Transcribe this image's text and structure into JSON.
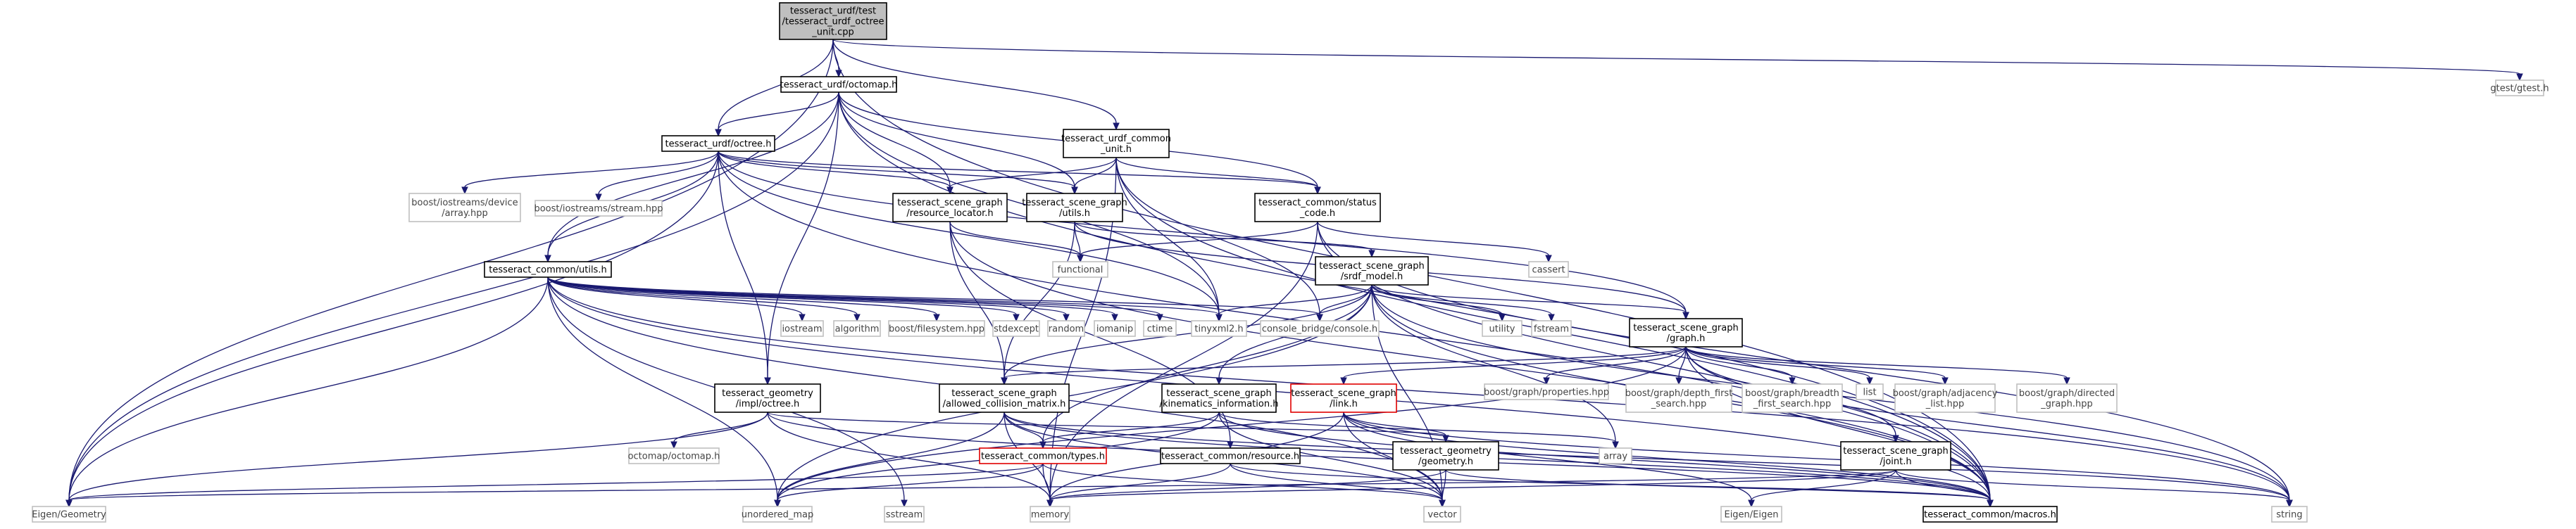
{
  "nodes": [
    {
      "id": "root",
      "lines": [
        "tesseract_urdf/test",
        "/tesseract_urdf_octree",
        "_unit.cpp"
      ],
      "style": "root"
    },
    {
      "id": "octomap_h",
      "lines": [
        "tesseract_urdf/octomap.h"
      ],
      "style": "black"
    },
    {
      "id": "gtest",
      "lines": [
        "gtest/gtest.h"
      ],
      "style": "gray"
    },
    {
      "id": "common_unit",
      "lines": [
        "tesseract_urdf_common",
        "_unit.h"
      ],
      "style": "black"
    },
    {
      "id": "octree_h",
      "lines": [
        "tesseract_urdf/octree.h"
      ],
      "style": "black"
    },
    {
      "id": "status_code",
      "lines": [
        "tesseract_common/status",
        "_code.h"
      ],
      "style": "black"
    },
    {
      "id": "resource_locator",
      "lines": [
        "tesseract_scene_graph",
        "/resource_locator.h"
      ],
      "style": "black"
    },
    {
      "id": "sg_utils",
      "lines": [
        "tesseract_scene_graph",
        "/utils.h"
      ],
      "style": "black"
    },
    {
      "id": "boost_device_array",
      "lines": [
        "boost/iostreams/device",
        "/array.hpp"
      ],
      "style": "gray"
    },
    {
      "id": "boost_stream",
      "lines": [
        "boost/iostreams/stream.hpp"
      ],
      "style": "gray"
    },
    {
      "id": "cassert",
      "lines": [
        "cassert"
      ],
      "style": "gray"
    },
    {
      "id": "functional",
      "lines": [
        "functional"
      ],
      "style": "gray"
    },
    {
      "id": "srdf_model",
      "lines": [
        "tesseract_scene_graph",
        "/srdf_model.h"
      ],
      "style": "black"
    },
    {
      "id": "common_utils",
      "lines": [
        "tesseract_common/utils.h"
      ],
      "style": "black"
    },
    {
      "id": "iostream",
      "lines": [
        "iostream"
      ],
      "style": "gray"
    },
    {
      "id": "algorithm",
      "lines": [
        "algorithm"
      ],
      "style": "gray"
    },
    {
      "id": "boost_filesystem",
      "lines": [
        "boost/filesystem.hpp"
      ],
      "style": "gray"
    },
    {
      "id": "stdexcept",
      "lines": [
        "stdexcept"
      ],
      "style": "gray"
    },
    {
      "id": "random",
      "lines": [
        "random"
      ],
      "style": "gray"
    },
    {
      "id": "iomanip",
      "lines": [
        "iomanip"
      ],
      "style": "gray"
    },
    {
      "id": "ctime",
      "lines": [
        "ctime"
      ],
      "style": "gray"
    },
    {
      "id": "tinyxml2",
      "lines": [
        "tinyxml2.h"
      ],
      "style": "gray"
    },
    {
      "id": "console_bridge",
      "lines": [
        "console_bridge/console.h"
      ],
      "style": "gray"
    },
    {
      "id": "utility",
      "lines": [
        "utility"
      ],
      "style": "gray"
    },
    {
      "id": "fstream",
      "lines": [
        "fstream"
      ],
      "style": "gray"
    },
    {
      "id": "graph_h",
      "lines": [
        "tesseract_scene_graph",
        "/graph.h"
      ],
      "style": "black"
    },
    {
      "id": "geometry_octree",
      "lines": [
        "tesseract_geometry",
        "/impl/octree.h"
      ],
      "style": "black"
    },
    {
      "id": "allowed_collision",
      "lines": [
        "tesseract_scene_graph",
        "/allowed_collision_matrix.h"
      ],
      "style": "black"
    },
    {
      "id": "kinematics_info",
      "lines": [
        "tesseract_scene_graph",
        "/kinematics_information.h"
      ],
      "style": "black"
    },
    {
      "id": "link_h",
      "lines": [
        "tesseract_scene_graph",
        "/link.h"
      ],
      "style": "red"
    },
    {
      "id": "boost_graph_props",
      "lines": [
        "boost/graph/properties.hpp"
      ],
      "style": "gray"
    },
    {
      "id": "boost_depth_first",
      "lines": [
        "boost/graph/depth_first",
        "_search.hpp"
      ],
      "style": "gray"
    },
    {
      "id": "boost_breadth_first",
      "lines": [
        "boost/graph/breadth",
        "_first_search.hpp"
      ],
      "style": "gray"
    },
    {
      "id": "list",
      "lines": [
        "list"
      ],
      "style": "gray"
    },
    {
      "id": "boost_adjacency",
      "lines": [
        "boost/graph/adjacency",
        "_list.hpp"
      ],
      "style": "gray"
    },
    {
      "id": "boost_directed",
      "lines": [
        "boost/graph/directed",
        "_graph.hpp"
      ],
      "style": "gray"
    },
    {
      "id": "octomap_octomap",
      "lines": [
        "octomap/octomap.h"
      ],
      "style": "gray"
    },
    {
      "id": "types_h",
      "lines": [
        "tesseract_common/types.h"
      ],
      "style": "red"
    },
    {
      "id": "resource_h",
      "lines": [
        "tesseract_common/resource.h"
      ],
      "style": "black"
    },
    {
      "id": "geometry_h",
      "lines": [
        "tesseract_geometry",
        "/geometry.h"
      ],
      "style": "black"
    },
    {
      "id": "array",
      "lines": [
        "array"
      ],
      "style": "gray"
    },
    {
      "id": "joint_h",
      "lines": [
        "tesseract_scene_graph",
        "/joint.h"
      ],
      "style": "black"
    },
    {
      "id": "eigen_geometry",
      "lines": [
        "Eigen/Geometry"
      ],
      "style": "gray"
    },
    {
      "id": "unordered_map",
      "lines": [
        "unordered_map"
      ],
      "style": "gray"
    },
    {
      "id": "sstream",
      "lines": [
        "sstream"
      ],
      "style": "gray"
    },
    {
      "id": "memory",
      "lines": [
        "memory"
      ],
      "style": "gray"
    },
    {
      "id": "vector",
      "lines": [
        "vector"
      ],
      "style": "gray"
    },
    {
      "id": "eigen_eigen",
      "lines": [
        "Eigen/Eigen"
      ],
      "style": "gray"
    },
    {
      "id": "macros_h",
      "lines": [
        "tesseract_common/macros.h"
      ],
      "style": "black"
    },
    {
      "id": "string",
      "lines": [
        "string"
      ],
      "style": "gray"
    }
  ],
  "edges": [
    [
      "root",
      "octomap_h"
    ],
    [
      "root",
      "gtest"
    ],
    [
      "root",
      "common_unit"
    ],
    [
      "root",
      "octree_h"
    ],
    [
      "root",
      "eigen_geometry"
    ],
    [
      "root",
      "macros_h"
    ],
    [
      "octomap_h",
      "octree_h"
    ],
    [
      "octomap_h",
      "common_utils"
    ],
    [
      "octomap_h",
      "tinyxml2"
    ],
    [
      "octomap_h",
      "geometry_octree"
    ],
    [
      "octomap_h",
      "resource_locator"
    ],
    [
      "octomap_h",
      "sg_utils"
    ],
    [
      "octomap_h",
      "status_code"
    ],
    [
      "octomap_h",
      "eigen_geometry"
    ],
    [
      "octomap_h",
      "macros_h"
    ],
    [
      "common_unit",
      "status_code"
    ],
    [
      "common_unit",
      "resource_locator"
    ],
    [
      "common_unit",
      "sg_utils"
    ],
    [
      "common_unit",
      "tinyxml2"
    ],
    [
      "common_unit",
      "console_bridge"
    ],
    [
      "common_unit",
      "memory"
    ],
    [
      "common_unit",
      "macros_h"
    ],
    [
      "octree_h",
      "boost_device_array"
    ],
    [
      "octree_h",
      "boost_stream"
    ],
    [
      "octree_h",
      "common_utils"
    ],
    [
      "octree_h",
      "tinyxml2"
    ],
    [
      "octree_h",
      "geometry_octree"
    ],
    [
      "octree_h",
      "resource_locator"
    ],
    [
      "octree_h",
      "sg_utils"
    ],
    [
      "octree_h",
      "status_code"
    ],
    [
      "octree_h",
      "eigen_geometry"
    ],
    [
      "octree_h",
      "graph_h"
    ],
    [
      "octree_h",
      "macros_h"
    ],
    [
      "status_code",
      "cassert"
    ],
    [
      "status_code",
      "functional"
    ],
    [
      "status_code",
      "memory"
    ],
    [
      "status_code",
      "string"
    ],
    [
      "status_code",
      "macros_h"
    ],
    [
      "resource_locator",
      "functional"
    ],
    [
      "resource_locator",
      "allowed_collision"
    ],
    [
      "resource_locator",
      "resource_h"
    ],
    [
      "resource_locator",
      "macros_h"
    ],
    [
      "sg_utils",
      "functional"
    ],
    [
      "sg_utils",
      "srdf_model"
    ],
    [
      "sg_utils",
      "graph_h"
    ],
    [
      "sg_utils",
      "allowed_collision"
    ],
    [
      "srdf_model",
      "console_bridge"
    ],
    [
      "srdf_model",
      "tinyxml2"
    ],
    [
      "srdf_model",
      "utility"
    ],
    [
      "srdf_model",
      "fstream"
    ],
    [
      "srdf_model",
      "graph_h"
    ],
    [
      "srdf_model",
      "allowed_collision"
    ],
    [
      "srdf_model",
      "kinematics_info"
    ],
    [
      "srdf_model",
      "types_h"
    ],
    [
      "srdf_model",
      "unordered_map"
    ],
    [
      "srdf_model",
      "array"
    ],
    [
      "srdf_model",
      "vector"
    ],
    [
      "srdf_model",
      "string"
    ],
    [
      "srdf_model",
      "macros_h"
    ],
    [
      "common_utils",
      "iostream"
    ],
    [
      "common_utils",
      "algorithm"
    ],
    [
      "common_utils",
      "boost_filesystem"
    ],
    [
      "common_utils",
      "stdexcept"
    ],
    [
      "common_utils",
      "random"
    ],
    [
      "common_utils",
      "iomanip"
    ],
    [
      "common_utils",
      "ctime"
    ],
    [
      "common_utils",
      "tinyxml2"
    ],
    [
      "common_utils",
      "console_bridge"
    ],
    [
      "common_utils",
      "eigen_geometry"
    ],
    [
      "common_utils",
      "unordered_map"
    ],
    [
      "common_utils",
      "sstream"
    ],
    [
      "common_utils",
      "vector"
    ],
    [
      "common_utils",
      "string"
    ],
    [
      "common_utils",
      "macros_h"
    ],
    [
      "graph_h",
      "boost_graph_props"
    ],
    [
      "graph_h",
      "boost_depth_first"
    ],
    [
      "graph_h",
      "boost_breadth_first"
    ],
    [
      "graph_h",
      "list"
    ],
    [
      "graph_h",
      "boost_adjacency"
    ],
    [
      "graph_h",
      "boost_directed"
    ],
    [
      "graph_h",
      "link_h"
    ],
    [
      "graph_h",
      "joint_h"
    ],
    [
      "graph_h",
      "allowed_collision"
    ],
    [
      "graph_h",
      "string"
    ],
    [
      "graph_h",
      "unordered_map"
    ],
    [
      "graph_h",
      "macros_h"
    ],
    [
      "geometry_octree",
      "octomap_octomap"
    ],
    [
      "geometry_octree",
      "geometry_h"
    ],
    [
      "geometry_octree",
      "memory"
    ],
    [
      "geometry_octree",
      "eigen_geometry"
    ],
    [
      "geometry_octree",
      "macros_h"
    ],
    [
      "allowed_collision",
      "types_h"
    ],
    [
      "allowed_collision",
      "unordered_map"
    ],
    [
      "allowed_collision",
      "memory"
    ],
    [
      "allowed_collision",
      "vector"
    ],
    [
      "allowed_collision",
      "string"
    ],
    [
      "allowed_collision",
      "macros_h"
    ],
    [
      "kinematics_info",
      "types_h"
    ],
    [
      "kinematics_info",
      "unordered_map"
    ],
    [
      "kinematics_info",
      "vector"
    ],
    [
      "kinematics_info",
      "array"
    ],
    [
      "kinematics_info",
      "macros_h"
    ],
    [
      "link_h",
      "geometry_h"
    ],
    [
      "link_h",
      "memory"
    ],
    [
      "link_h",
      "vector"
    ],
    [
      "link_h",
      "eigen_eigen"
    ],
    [
      "link_h",
      "string"
    ],
    [
      "link_h",
      "macros_h"
    ],
    [
      "types_h",
      "eigen_geometry"
    ],
    [
      "types_h",
      "unordered_map"
    ],
    [
      "types_h",
      "memory"
    ],
    [
      "types_h",
      "vector"
    ],
    [
      "resource_h",
      "memory"
    ],
    [
      "resource_h",
      "vector"
    ],
    [
      "resource_h",
      "macros_h"
    ],
    [
      "geometry_h",
      "memory"
    ],
    [
      "geometry_h",
      "vector"
    ],
    [
      "geometry_h",
      "macros_h"
    ],
    [
      "joint_h",
      "eigen_geometry"
    ],
    [
      "joint_h",
      "eigen_eigen"
    ],
    [
      "joint_h",
      "memory"
    ],
    [
      "joint_h",
      "string"
    ],
    [
      "joint_h",
      "macros_h"
    ]
  ]
}
